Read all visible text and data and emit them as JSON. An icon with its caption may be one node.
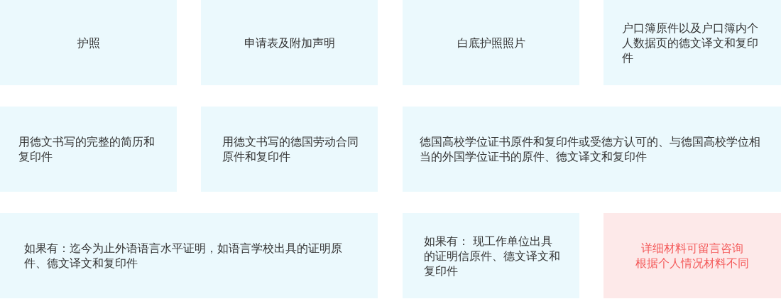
{
  "diagram": {
    "nodes": [
      {
        "text": [
          "护照"
        ]
      },
      {
        "text": [
          "申请表及附加声明"
        ]
      },
      {
        "text": [
          "白底护照照片"
        ]
      },
      {
        "text": [
          "户口簿原件以及户口簿内个人数据页的德文译文和复印件"
        ]
      },
      {
        "text": [
          "用德文书写的完整的简历和复印件"
        ]
      },
      {
        "text": [
          "用德文书写的德国劳动合同原件和复印件"
        ]
      },
      {
        "text": [
          "德国高校学位证书原件和复印件或受德方认可的、与德国高校学位相当的外国学位证书的原件、德文译文和复印件"
        ]
      },
      {
        "text": [
          "如果有：迄今为止外语语言水平证明，如语言学校出具的证明原件、德文译文和复印件"
        ]
      },
      {
        "text": [
          "如果有： 现工作单位出具的证明信原件、德文译文和复印件"
        ]
      },
      {
        "text": [
          "详细材料可留言咨询",
          "根据个人情况材料不同"
        ]
      }
    ]
  }
}
